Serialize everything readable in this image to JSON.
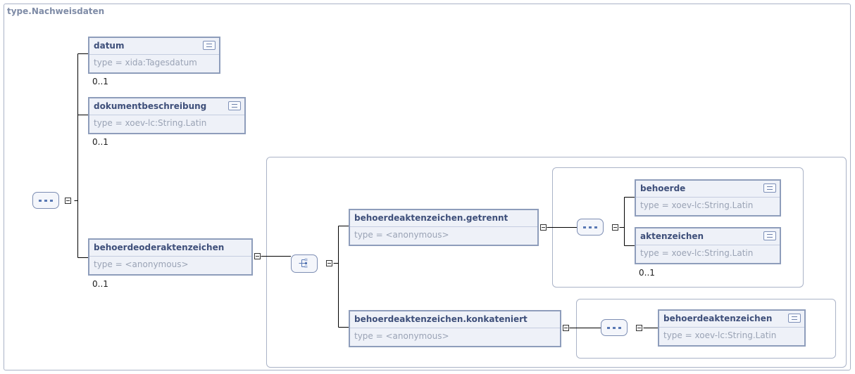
{
  "diagram": {
    "title": "type.Nachweisdaten",
    "elements": {
      "datum": {
        "name": "datum",
        "type": "type = xida:Tagesdatum",
        "cardinality": "0..1"
      },
      "dokumentbeschreibung": {
        "name": "dokumentbeschreibung",
        "type": "type = xoev-lc:String.Latin",
        "cardinality": "0..1"
      },
      "behoerdeoderaktenzeichen": {
        "name": "behoerdeoderaktenzeichen",
        "type": "type = <anonymous>",
        "cardinality": "0..1"
      },
      "getrennt": {
        "name": "behoerdeaktenzeichen.getrennt",
        "type": "type = <anonymous>"
      },
      "konkateniert": {
        "name": "behoerdeaktenzeichen.konkateniert",
        "type": "type = <anonymous>"
      },
      "behoerde": {
        "name": "behoerde",
        "type": "type = xoev-lc:String.Latin"
      },
      "aktenzeichen": {
        "name": "aktenzeichen",
        "type": "type = xoev-lc:String.Latin",
        "cardinality": "0..1"
      },
      "behoerdeaktenzeichen": {
        "name": "behoerdeaktenzeichen",
        "type": "type = xoev-lc:String.Latin"
      }
    },
    "compositors": [
      "sequence",
      "choice",
      "sequence",
      "sequence"
    ],
    "icons": {
      "documentation": "documentation-icon",
      "sequence": "sequence-icon",
      "choice": "choice-icon",
      "collapse": "collapse-toggle-icon"
    }
  }
}
